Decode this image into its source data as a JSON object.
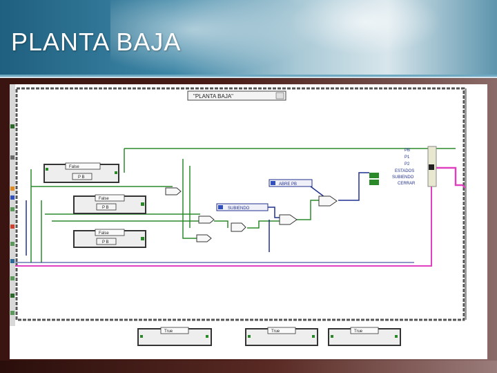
{
  "slide": {
    "title": "PLANTA BAJA"
  },
  "diagram": {
    "case_selector": "\"PLANTA BAJA\"",
    "floor_list": [
      "PB",
      "P1",
      "P2"
    ],
    "states_label": "ESTADOS",
    "state_subiendo": "SUBIENDO",
    "state_cerrar": "CERRAR",
    "enum_abre": "ABRE PB",
    "enum_subiendo": "SUBIENDO",
    "case_false_1": "False",
    "case_false_2": "False",
    "case_false_3": "False",
    "case_true_1": "True",
    "case_true_2": "True",
    "case_true_3": "True",
    "local_pb_1": "P B",
    "local_pb_2": "P B",
    "local_pb_3": "P B"
  },
  "colors": {
    "pink_wire": "#e040c0",
    "green_wire": "#2a8a2a",
    "blue_wire": "#1f2f8f",
    "orange_wire": "#d07a10"
  }
}
